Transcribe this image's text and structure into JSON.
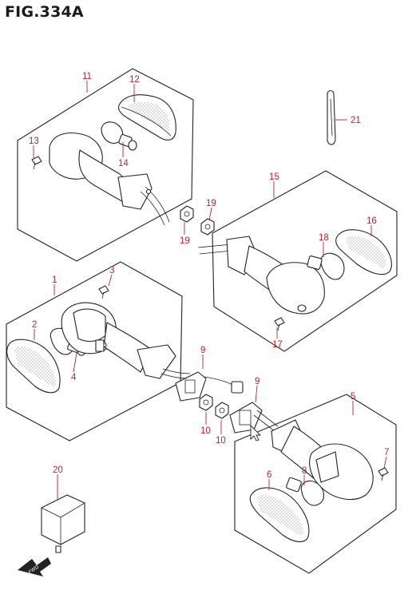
{
  "figure": {
    "title": "FIG.334A"
  },
  "callouts": {
    "c1": "1",
    "c2": "2",
    "c3": "3",
    "c4": "4",
    "c5": "5",
    "c6": "6",
    "c7": "7",
    "c8": "8",
    "c9a": "9",
    "c9b": "9",
    "c10a": "10",
    "c10b": "10",
    "c11": "11",
    "c12": "12",
    "c13": "13",
    "c14": "14",
    "c15": "15",
    "c16": "16",
    "c17": "17",
    "c18": "18",
    "c19a": "19",
    "c19b": "19",
    "c20": "20",
    "c21": "21"
  },
  "orientation_badge": {
    "text": "FWD"
  },
  "colors": {
    "callout": "#b3262b",
    "line": "#222222"
  }
}
